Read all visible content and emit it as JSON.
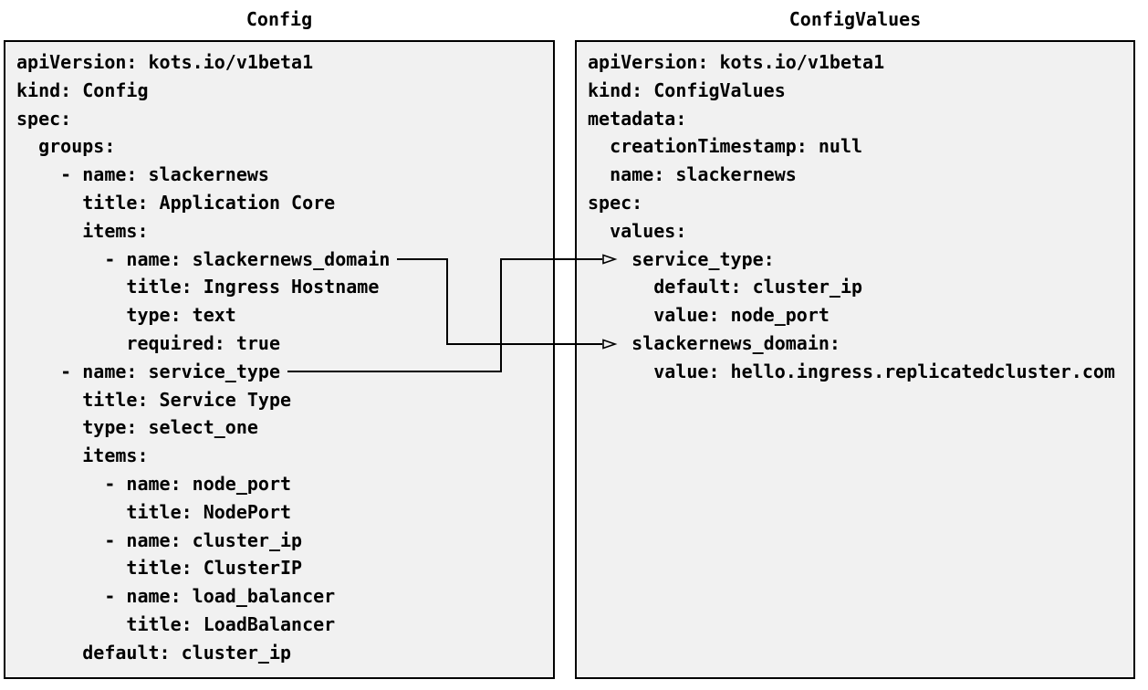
{
  "colors": {
    "page_background": "#ffffff",
    "panel_fill": "#f1f1f1",
    "stroke": "#000000",
    "text": "#000000"
  },
  "config_panel": {
    "title": "Config",
    "lines": [
      "apiVersion: kots.io/v1beta1",
      "kind: Config",
      "spec:",
      "  groups:",
      "    - name: slackernews",
      "      title: Application Core",
      "      items:",
      "        - name: slackernews_domain",
      "          title: Ingress Hostname",
      "          type: text",
      "          required: true",
      "    - name: service_type",
      "      title: Service Type",
      "      type: select_one",
      "      items:",
      "        - name: node_port",
      "          title: NodePort",
      "        - name: cluster_ip",
      "          title: ClusterIP",
      "        - name: load_balancer",
      "          title: LoadBalancer",
      "      default: cluster_ip"
    ]
  },
  "configvalues_panel": {
    "title": "ConfigValues",
    "lines": [
      "apiVersion: kots.io/v1beta1",
      "kind: ConfigValues",
      "metadata:",
      "  creationTimestamp: null",
      "  name: slackernews",
      "spec:",
      "  values:",
      "    service_type:",
      "      default: cluster_ip",
      "      value: node_port",
      "    slackernews_domain:",
      "      value: hello.ingress.replicatedcluster.com"
    ]
  },
  "connections": [
    {
      "from": "slackernews_domain",
      "to": "slackernews_domain"
    },
    {
      "from": "service_type",
      "to": "service_type"
    }
  ]
}
